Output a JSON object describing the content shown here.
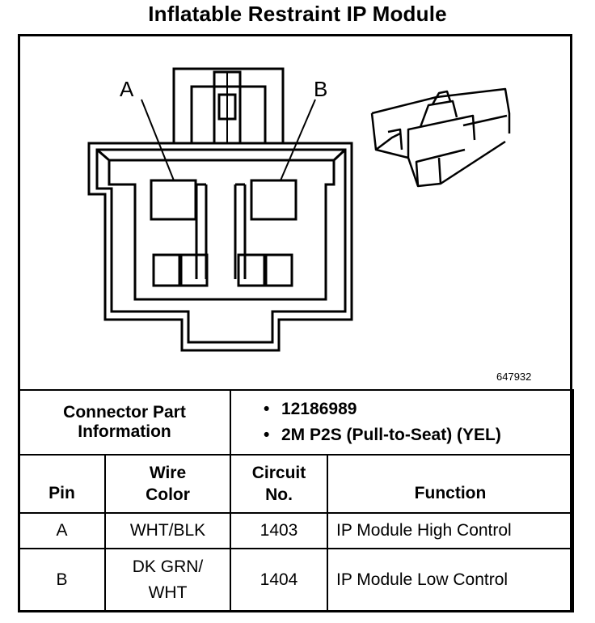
{
  "title": "Inflatable Restraint IP Module",
  "figure_number": "647932",
  "pin_labels": {
    "a": "A",
    "b": "B"
  },
  "connector_info": {
    "label_line1": "Connector Part",
    "label_line2": "Information",
    "items": [
      "12186989",
      "2M P2S (Pull-to-Seat) (YEL)"
    ]
  },
  "table": {
    "headers": {
      "pin": "Pin",
      "wire_color_line1": "Wire",
      "wire_color_line2": "Color",
      "circuit_line1": "Circuit",
      "circuit_line2": "No.",
      "function": "Function"
    },
    "rows": [
      {
        "pin": "A",
        "wire_line1": "WHT/BLK",
        "wire_line2": "",
        "circuit": "1403",
        "function": "IP Module High Control"
      },
      {
        "pin": "B",
        "wire_line1": "DK GRN/",
        "wire_line2": "WHT",
        "circuit": "1404",
        "function": "IP Module Low Control"
      }
    ]
  }
}
